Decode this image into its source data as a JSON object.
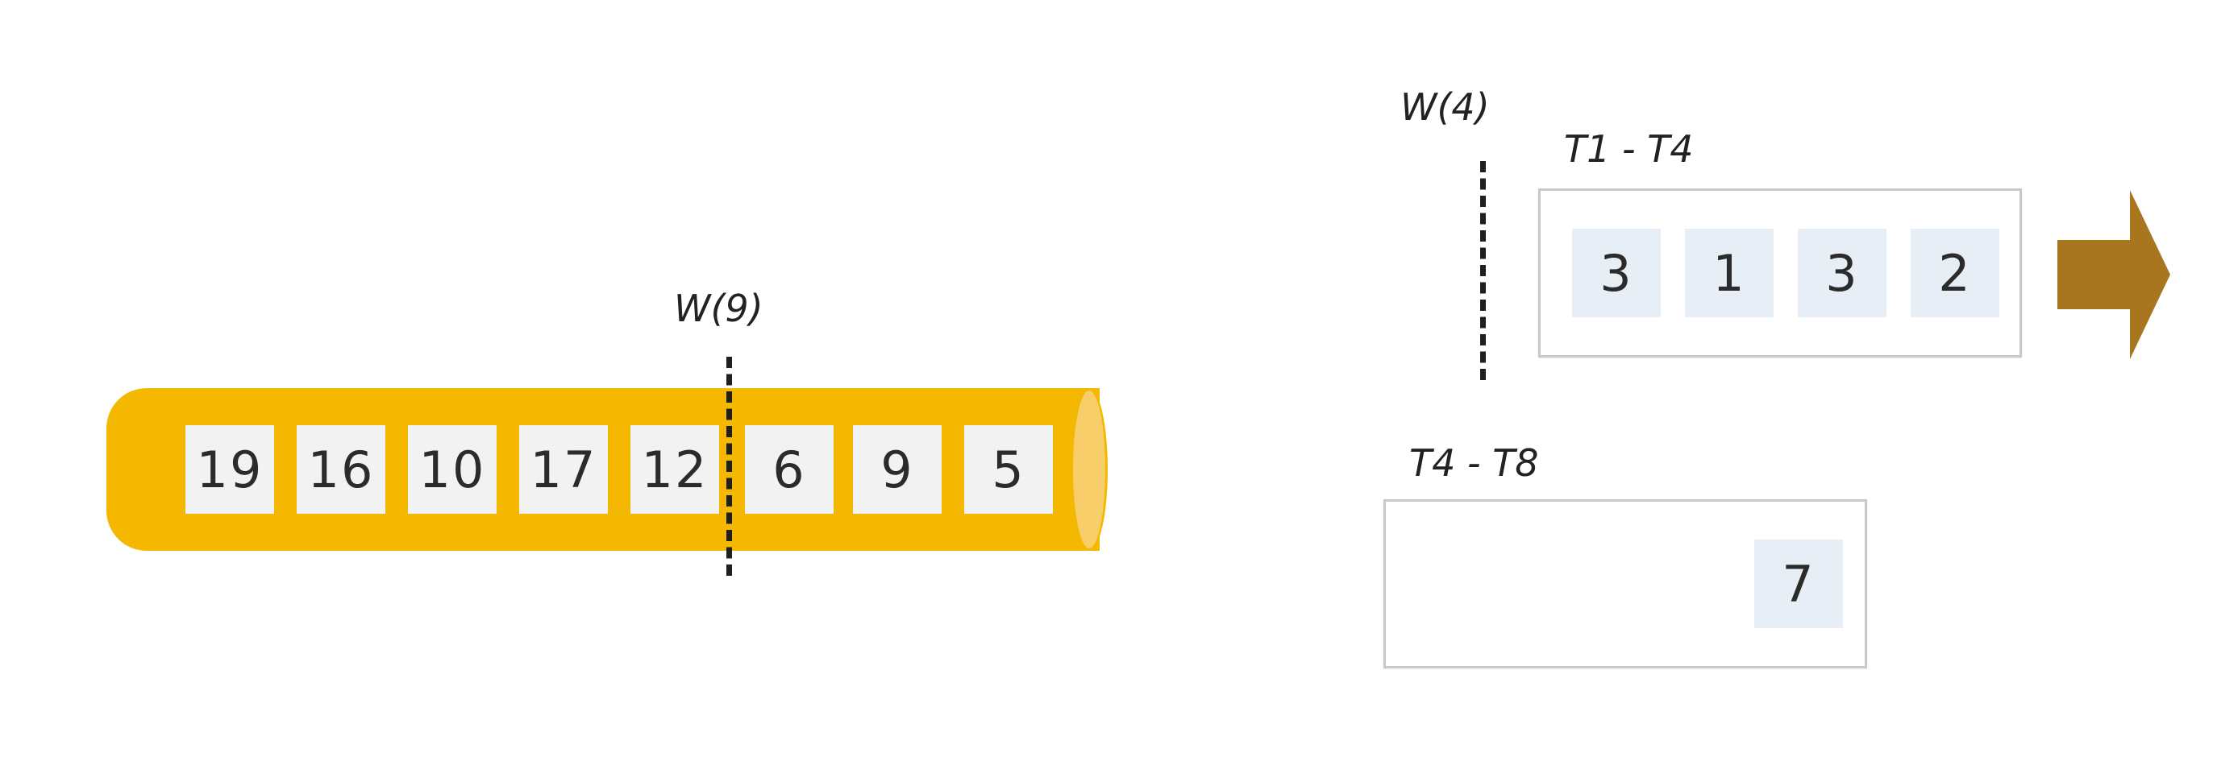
{
  "colors": {
    "pipe": "#F5B800",
    "pipe_end": "#F8CE6A",
    "stream_cell_bg": "#F2F2F2",
    "window_cell_bg": "#E8EEF6",
    "window_border": "#C9C9C9",
    "arrow": "#A8761F"
  },
  "stream": {
    "watermark_label": "W(9)",
    "elements": [
      "19",
      "16",
      "10",
      "17",
      "12",
      "6",
      "9",
      "5"
    ]
  },
  "window_watermark": {
    "label": "W(4)"
  },
  "windows": [
    {
      "label": "T1 - T4",
      "values": [
        "3",
        "1",
        "3",
        "2"
      ]
    },
    {
      "label": "T4 - T8",
      "values": [
        "7"
      ]
    }
  ],
  "icons": {
    "emit_arrow": "right-arrow-icon"
  }
}
